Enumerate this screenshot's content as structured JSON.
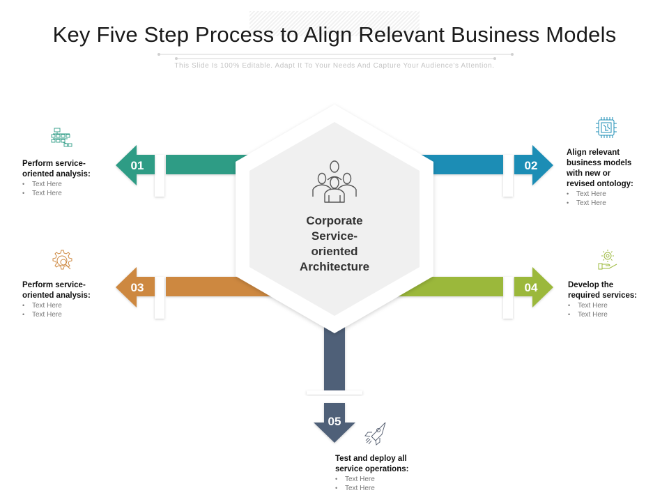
{
  "header": {
    "title": "Key Five Step Process to Align Relevant Business Models",
    "subtitle": "This Slide Is 100% Editable. Adapt It To Your Needs And Capture Your Audience's Attention."
  },
  "center": {
    "icon": "people-group-icon",
    "label_lines": [
      "Corporate",
      "Service-",
      "oriented",
      "Architecture"
    ]
  },
  "colors": {
    "step1": "#2e9c85",
    "step2": "#1b8db5",
    "step3": "#cd8840",
    "step4": "#9bb83a",
    "step5": "#4f6078",
    "hex_outer": "#ffffff",
    "hex_inner": "#f0f0f0"
  },
  "steps": [
    {
      "number": "01",
      "direction": "left",
      "icon": "hierarchy-chart-icon",
      "heading": [
        "Perform service-",
        "oriented analysis:"
      ],
      "bullets": [
        "Text Here",
        "Text Here"
      ]
    },
    {
      "number": "02",
      "direction": "right",
      "icon": "circuit-chip-icon",
      "heading": [
        "Align relevant",
        "business models",
        "with new  or",
        "revised ontology:"
      ],
      "bullets": [
        "Text Here",
        "Text Here"
      ]
    },
    {
      "number": "03",
      "direction": "left",
      "icon": "gear-search-icon",
      "heading": [
        "Perform service-",
        "oriented analysis:"
      ],
      "bullets": [
        "Text Here",
        "Text Here"
      ]
    },
    {
      "number": "04",
      "direction": "right",
      "icon": "hand-gear-icon",
      "heading": [
        "Develop the",
        "required services:"
      ],
      "bullets": [
        "Text Here",
        "Text Here"
      ]
    },
    {
      "number": "05",
      "direction": "down",
      "icon": "rocket-icon",
      "heading": [
        "Test and deploy all",
        "service operations:"
      ],
      "bullets": [
        "Text Here",
        "Text Here"
      ]
    }
  ]
}
